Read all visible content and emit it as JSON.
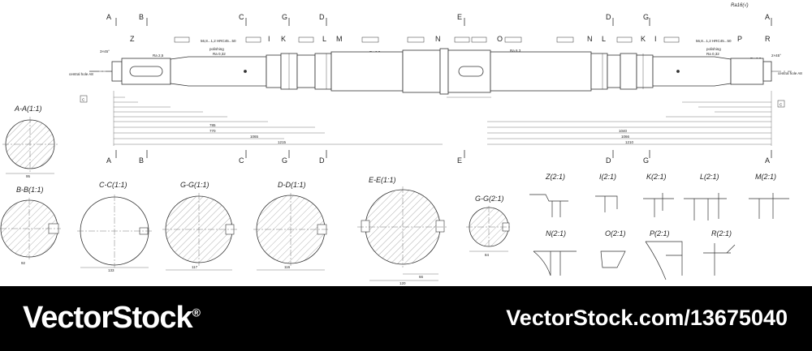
{
  "drawing": {
    "roughness_note": "Ra16(√)",
    "section_letters": {
      "A": "A",
      "B": "B",
      "C": "C",
      "G": "G",
      "D": "D",
      "E": "E"
    },
    "detail_markers": [
      "Z",
      "I",
      "K",
      "L",
      "M",
      "N",
      "O",
      "N",
      "L",
      "K",
      "I",
      "P",
      "R"
    ],
    "notes": {
      "hardening_left": "56,8...1,2 HRC45...50",
      "polishing_left": "polishing",
      "roughness_left": "Ra 0,32",
      "hardening_right": "56,8...1,2 HRC45...50",
      "polishing_right": "polishing",
      "roughness_right": "Ra 0,32",
      "center_hole_left": "central hole A8",
      "center_hole_right": "central hole A8",
      "ra25": "Ra 2,5",
      "ra63": "Ra 6,3",
      "chamfer_left": "3×45°",
      "chamfer_right": "2×45°",
      "datum": "C"
    },
    "dimensions_bottom": [
      "785",
      "770",
      "1065",
      "1215",
      "1210",
      "1040",
      "1066"
    ],
    "section_titles": {
      "aa": "A-A(1:1)",
      "bb": "B-B(1:1)",
      "cc": "C-C(1:1)",
      "gg": "G-G(1:1)",
      "dd": "D-D(1:1)",
      "ee": "E-E(1:1)",
      "gg2": "G-G(2:1)"
    },
    "detail_titles": {
      "z": "Z(2:1)",
      "i": "I(2:1)",
      "k": "K(2:1)",
      "l": "L(2:1)",
      "m": "M(2:1)",
      "n": "N(2:1)",
      "o": "O(2:1)",
      "p": "P(2:1)",
      "r": "R(2:1)"
    },
    "section_dims": {
      "aa_w": "95",
      "bb_w": "92",
      "cc_w": "133",
      "gg_w": "117",
      "dd_w": "116",
      "ee_w": "120",
      "ee_k": "66",
      "gg2_w": "84"
    }
  },
  "footer": {
    "brand": "VectorStock",
    "brand_reg": "®",
    "stock_id": "VectorStock.com/13675040"
  },
  "colors": {
    "background": "#ffffff",
    "lines": "#333333",
    "footer_bg": "#000000",
    "footer_text": "#ffffff"
  }
}
